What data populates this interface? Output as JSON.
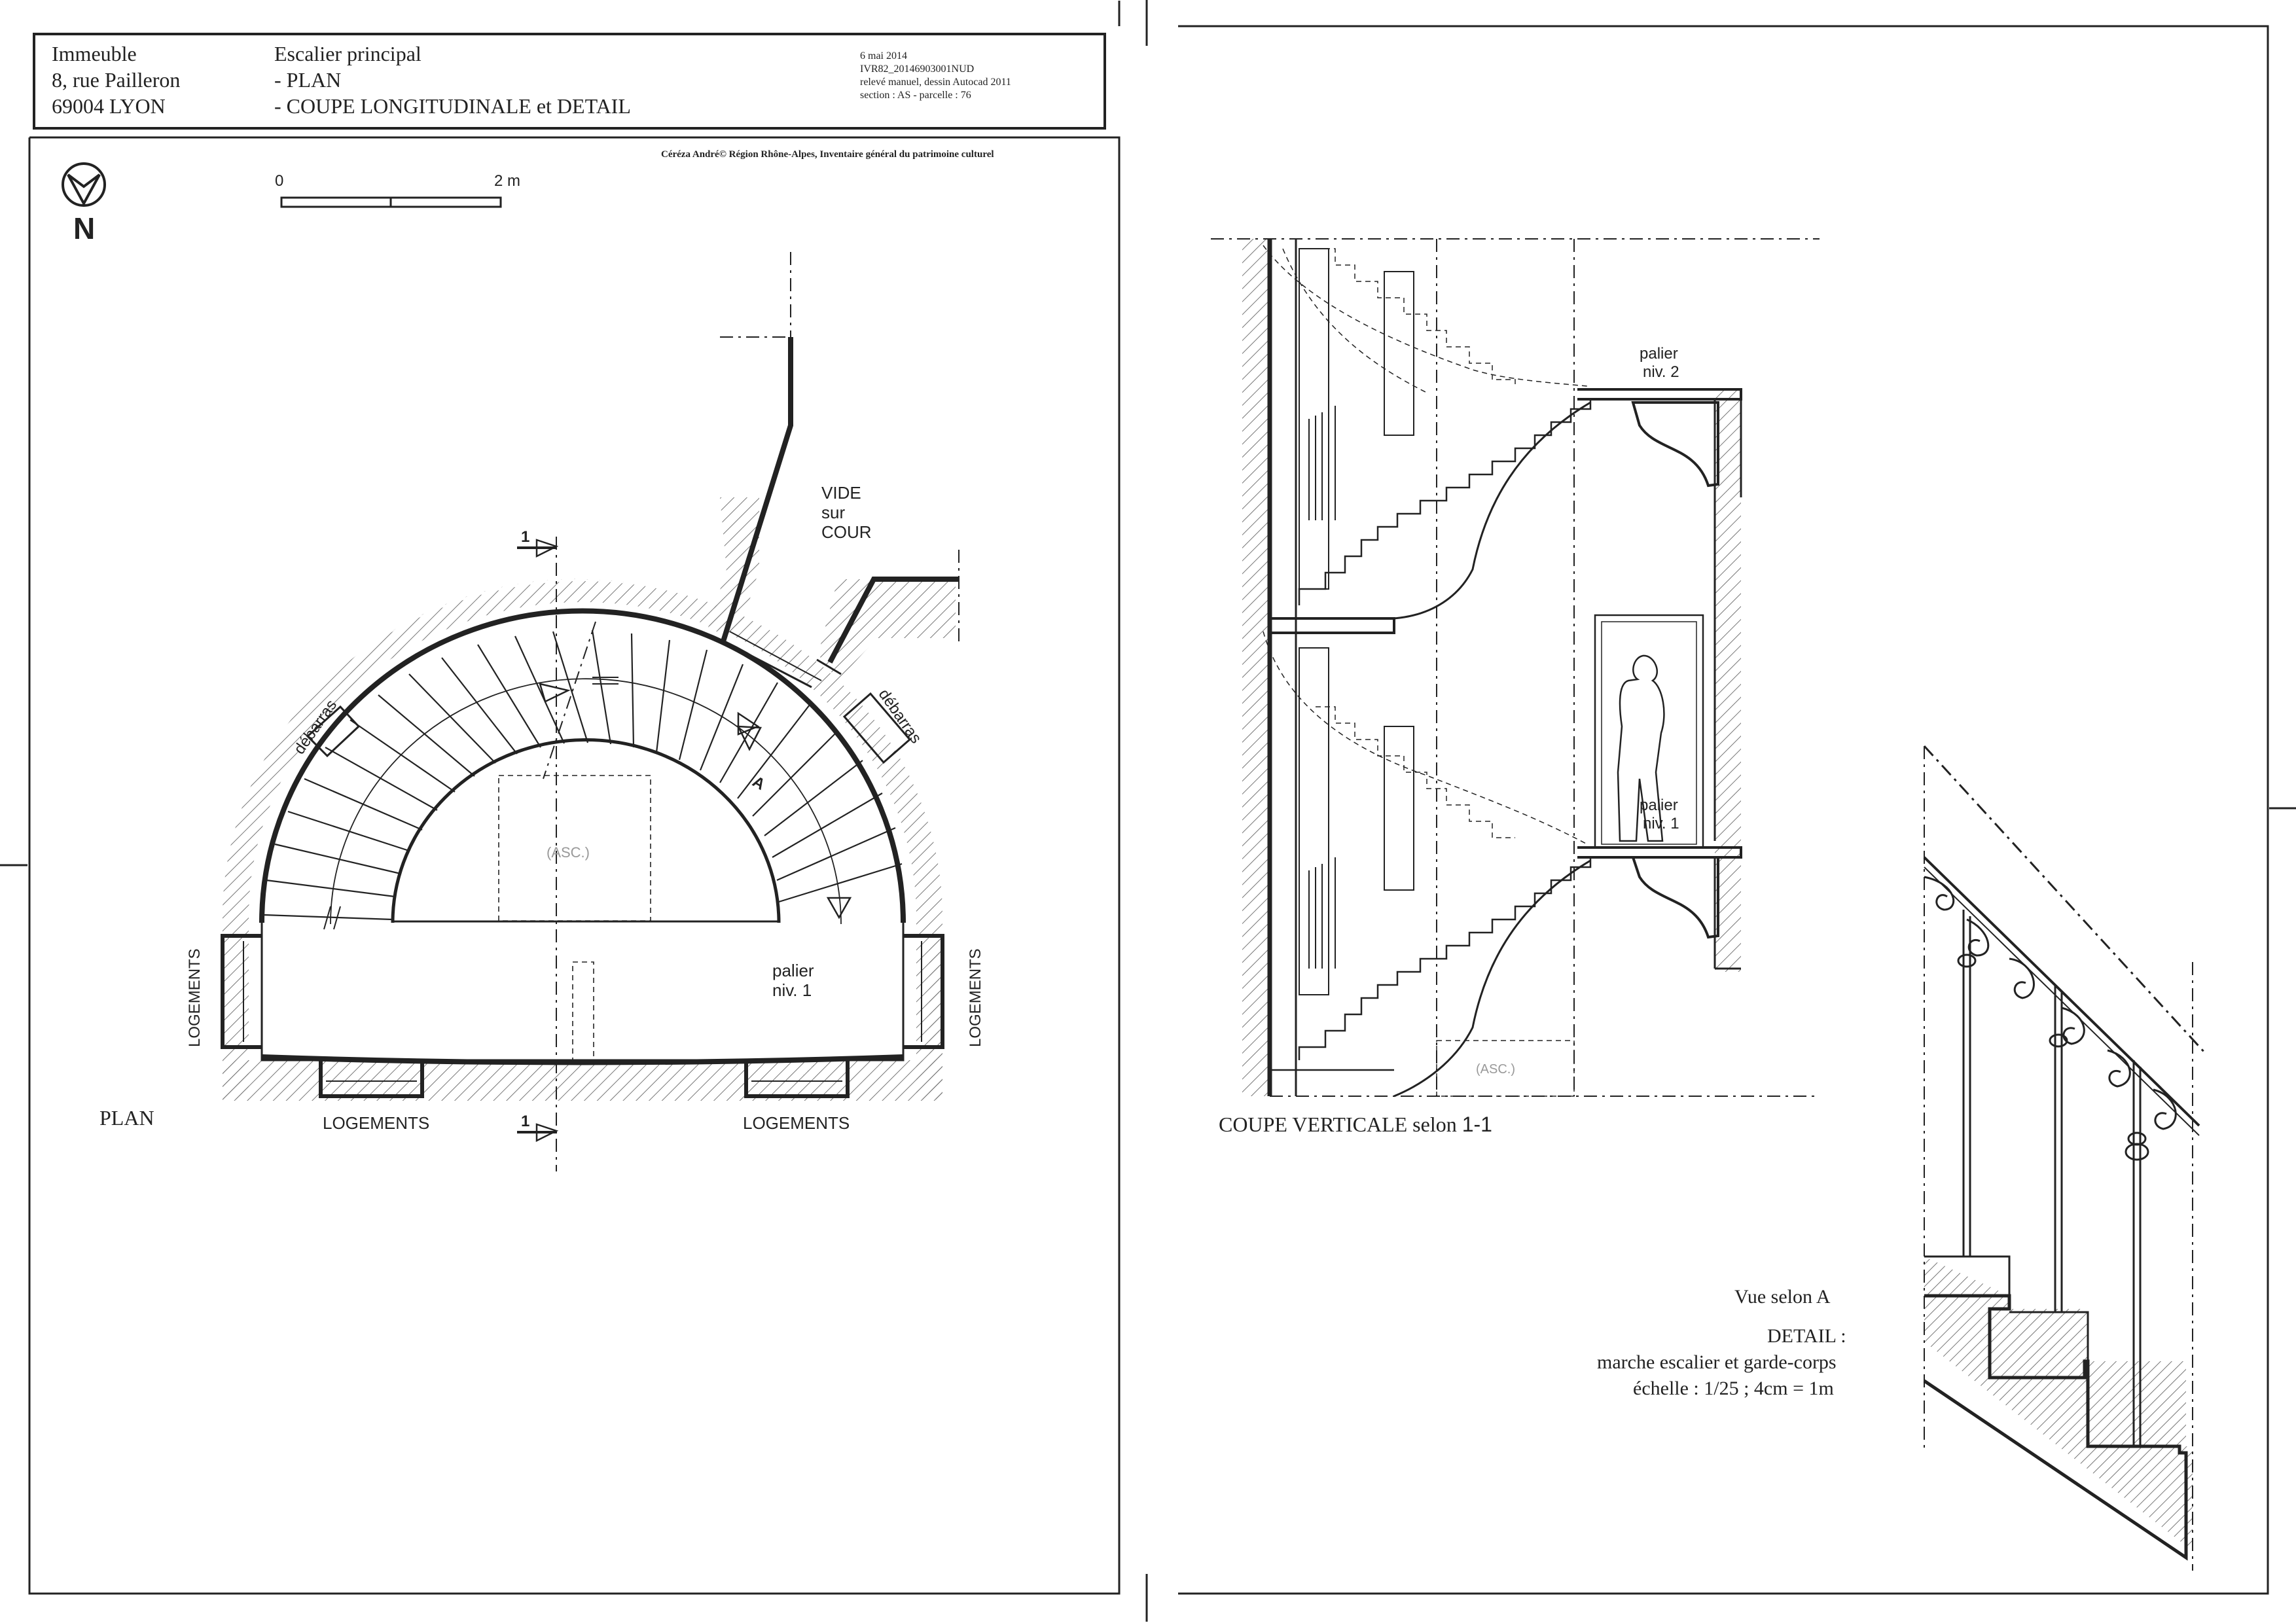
{
  "title_block": {
    "building": [
      "Immeuble",
      "8, rue Pailleron",
      "69004 LYON"
    ],
    "subject": [
      "Escalier principal",
      "- PLAN",
      "- COUPE LONGITUDINALE et DETAIL"
    ],
    "meta": [
      "6 mai 2014",
      "IVR82_20146903001NUD",
      "relevé manuel, dessin Autocad 2011",
      "section : AS - parcelle : 76"
    ]
  },
  "credit": "Céréza André© Région Rhône-Alpes, Inventaire général du patrimoine culturel",
  "north": "N",
  "scale": {
    "start": "0",
    "end": "2 m"
  },
  "plan": {
    "title": "PLAN",
    "vide": [
      "VIDE",
      "sur",
      "COUR"
    ],
    "debarras_left": "débarras",
    "debarras_right": "débarras",
    "asc": "(ASC.)",
    "palier": [
      "palier",
      "niv. 1"
    ],
    "logements_left": "LOGEMENTS",
    "logements_right": "LOGEMENTS",
    "logements_bottom_left": "LOGEMENTS",
    "logements_bottom_right": "LOGEMENTS",
    "section_mark": "1",
    "view_mark": "A"
  },
  "section": {
    "title_text": "COUPE VERTICALE selon ",
    "title_ref": "1-1",
    "palier2": [
      "palier",
      "niv. 2"
    ],
    "palier1": [
      "palier",
      "niv. 1"
    ],
    "asc": "(ASC.)"
  },
  "detail": {
    "view": "Vue selon A",
    "title": "DETAIL :",
    "subject": "marche escalier et garde-corps",
    "scale": "échelle : 1/25 ; 4cm = 1m"
  }
}
